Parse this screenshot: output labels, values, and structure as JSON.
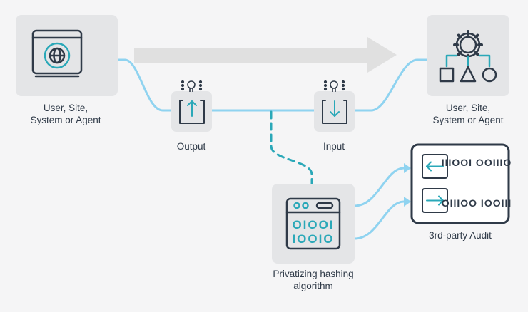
{
  "nodes": {
    "source": {
      "label": "User, Site,\nSystem or Agent"
    },
    "output": {
      "label": "Output"
    },
    "input": {
      "label": "Input"
    },
    "destination": {
      "label": "User, Site,\nSystem or Agent"
    },
    "hashing": {
      "label": "Privatizing hashing\nalgorithm"
    },
    "audit": {
      "label": "3rd-party Audit",
      "row1_bits": "IIIOOI OOIIIO",
      "row2_bits": "OIIIOO IOOIII"
    },
    "hashing_bits": {
      "row1": "OIOOI",
      "row2": "IOOIO"
    }
  },
  "colors": {
    "tile": "#e4e5e7",
    "line": "#8fd3f0",
    "teal": "#2aa8b8",
    "dark": "#2f3a48",
    "arrow": "#e0e0e0"
  },
  "icons": {
    "source": "browser-globe-icon",
    "output": "upload-arrow-icon",
    "input": "download-arrow-icon",
    "sensor": "robot-sensor-icon",
    "destination": "gear-shapes-icon",
    "hashing": "binary-window-icon",
    "audit": "audit-log-icon"
  }
}
